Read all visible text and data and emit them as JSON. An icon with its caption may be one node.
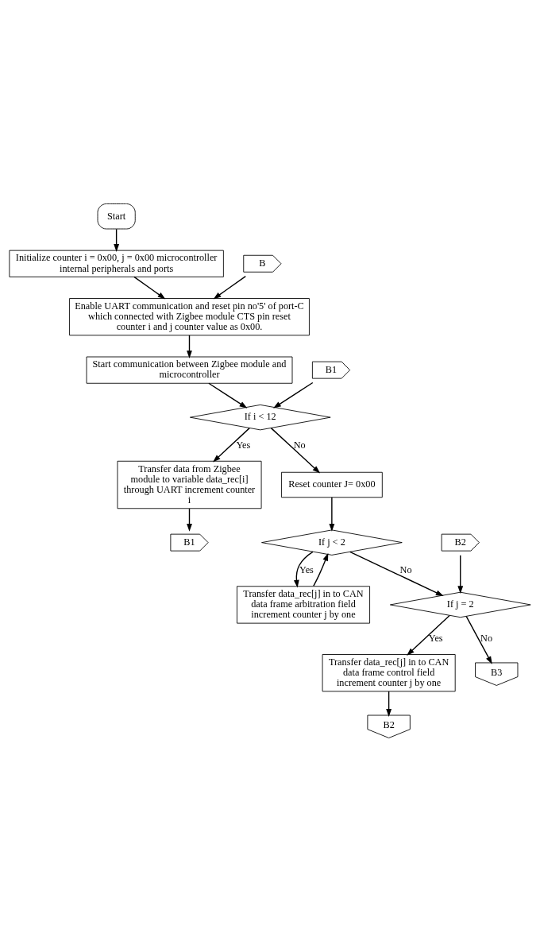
{
  "diagram": {
    "nodes": [
      {
        "text": [
          "Start"
        ]
      },
      {
        "text": [
          "Initialize counter i = 0x00, j = 0x00 microcontroller internal peripherals and ports"
        ]
      },
      {
        "text": [
          "B"
        ]
      },
      {
        "text": [
          "Enable UART communication and reset pin no'5' of port-C which connected with Zigbee module CTS pin reset counter i and j counter value as 0x00."
        ]
      },
      {
        "text": [
          "Start communication between Zigbee module and microcontroller"
        ]
      },
      {
        "text": [
          "B1"
        ]
      },
      {
        "text": [
          "If i < 12"
        ]
      },
      {
        "text": [
          "Transfer data from Zigbee module to variable data_rec[i] through UART increment counter i"
        ]
      },
      {
        "text": [
          "B1"
        ]
      },
      {
        "text": [
          "Reset counter J= 0x00"
        ]
      },
      {
        "text": [
          "If j < 2"
        ]
      },
      {
        "text": [
          "Transfer data_rec[j] in to CAN data frame arbitration field increment counter j by one"
        ]
      },
      {
        "text": [
          "B2"
        ]
      },
      {
        "text": [
          "If j = 2"
        ]
      },
      {
        "text": [
          "Transfer data_rec[j] in to CAN data frame control field increment counter j by one"
        ]
      },
      {
        "text": [
          "B3"
        ]
      },
      {
        "text": [
          "B2"
        ]
      }
    ],
    "edges": [
      {
        "from": 0,
        "to": 1,
        "arrow": "to"
      },
      {
        "from": 1,
        "to": 3,
        "arrow": "to"
      },
      {
        "from": 2,
        "to": 3,
        "arrow": "to"
      },
      {
        "from": 3,
        "to": 4,
        "arrow": "to"
      },
      {
        "from": 4,
        "to": 6,
        "arrow": "to"
      },
      {
        "from": 5,
        "to": 6,
        "arrow": "to"
      },
      {
        "from": 6,
        "to": 7,
        "arrow": "to",
        "label": "Yes"
      },
      {
        "from": 6,
        "to": 9,
        "arrow": "to",
        "label": "No"
      },
      {
        "from": 7,
        "to": 8,
        "arrow": "to"
      },
      {
        "from": 9,
        "to": 10,
        "arrow": "to"
      },
      {
        "from": 11,
        "to": 10,
        "arrow": "to"
      },
      {
        "from": 10,
        "to": 11,
        "arrow": "to",
        "label": "Yes"
      },
      {
        "from": 10,
        "to": 13,
        "arrow": "to",
        "label": "No"
      },
      {
        "from": 12,
        "to": 13,
        "arrow": "to"
      },
      {
        "from": 13,
        "to": 14,
        "arrow": "to",
        "label": "Yes"
      },
      {
        "from": 13,
        "to": 15,
        "arrow": "to",
        "label": "No"
      },
      {
        "from": 14,
        "to": 16,
        "arrow": "to"
      }
    ]
  }
}
